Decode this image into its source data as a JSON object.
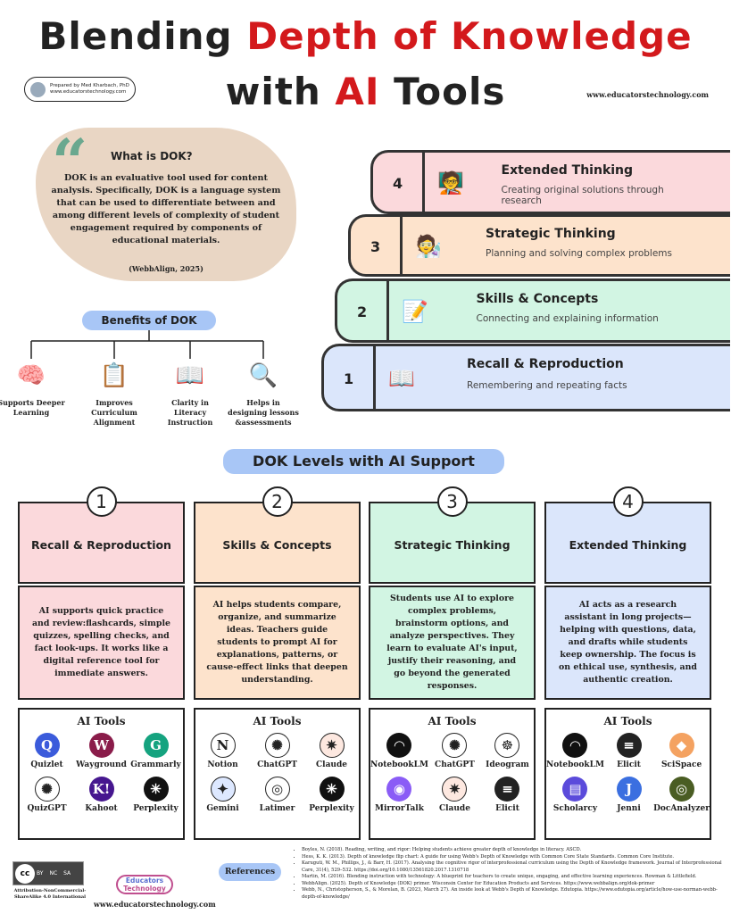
{
  "header": {
    "title_l1a": "Blending ",
    "title_l1b": "Depth of Knowledge",
    "title_l2a": "with ",
    "title_l2b": "AI",
    "title_l2c": " Tools",
    "prepared_by": "Prepared by Med Kharbach, PhD",
    "prepared_site": "www.educatorstechnology.com",
    "site": "www.educatorstechnology.com"
  },
  "what_is": {
    "heading": "What is DOK?",
    "text": "DOK is an evaluative tool used for content analysis. Specifically, DOK is a language system that can be used to differentiate between and among different levels of complexity of student engagement required by components of educational materials.",
    "citation": "(WebbAlign, 2025)"
  },
  "benefits": {
    "heading": "Benefits of DOK",
    "items": [
      {
        "label": "Supports Deeper Learning",
        "icon": "brain-icon"
      },
      {
        "label": "Improves Curriculum Alignment",
        "icon": "clipboard-icon"
      },
      {
        "label": "Clarity in Literacy Instruction",
        "icon": "book-icon"
      },
      {
        "label": "Helps in designing lessons &assessments",
        "icon": "document-search-icon"
      }
    ]
  },
  "staircase": [
    {
      "num": "4",
      "title": "Extended Thinking",
      "desc": "Creating original solutions through research",
      "color": "#fbd9dc"
    },
    {
      "num": "3",
      "title": "Strategic Thinking",
      "desc": "Planning and solving complex problems",
      "color": "#fde3cc"
    },
    {
      "num": "2",
      "title": "Skills & Concepts",
      "desc": "Connecting and explaining information",
      "color": "#d2f5e3"
    },
    {
      "num": "1",
      "title": "Recall & Reproduction",
      "desc": "Remembering and repeating facts",
      "color": "#dbe6fb"
    }
  ],
  "levels": {
    "heading": "DOK Levels with AI Support",
    "tools_heading": "AI Tools",
    "cards": [
      {
        "num": "1",
        "title": "Recall & Reproduction",
        "color": "#fbd9dc",
        "desc": "AI supports quick practice and review:flashcards, simple quizzes, spelling checks, and fact look-ups. It works like a digital reference tool for immediate answers.",
        "tools": [
          {
            "name": "Quizlet",
            "bg": "#3b5bdb",
            "g": "Q"
          },
          {
            "name": "Wayground",
            "bg": "#8a1c4a",
            "g": "W"
          },
          {
            "name": "Grammarly",
            "bg": "#15a37f",
            "g": "G"
          },
          {
            "name": "QuizGPT",
            "bg": "#fff",
            "g": "✺"
          },
          {
            "name": "Kahoot",
            "bg": "#46178f",
            "g": "K!"
          },
          {
            "name": "Perplexity",
            "bg": "#111",
            "g": "✳"
          }
        ]
      },
      {
        "num": "2",
        "title": "Skills & Concepts",
        "color": "#fde3cc",
        "desc": "AI helps students compare, organize, and summarize ideas. Teachers guide students to prompt AI for explanations, patterns, or cause-effect links that deepen understanding.",
        "tools": [
          {
            "name": "Notion",
            "bg": "#fff",
            "g": "N"
          },
          {
            "name": "ChatGPT",
            "bg": "#fff",
            "g": "✺"
          },
          {
            "name": "Claude",
            "bg": "#fde8e0",
            "g": "✷"
          },
          {
            "name": "Gemini",
            "bg": "#dde8ff",
            "g": "✦"
          },
          {
            "name": "Latimer",
            "bg": "#fff",
            "g": "◎"
          },
          {
            "name": "Perplexity",
            "bg": "#111",
            "g": "✳"
          }
        ]
      },
      {
        "num": "3",
        "title": "Strategic Thinking",
        "color": "#d2f5e3",
        "desc": "Students use AI to explore complex problems, brainstorm options, and analyze perspectives. They learn to evaluate AI's input, justify their reasoning, and go beyond the generated responses.",
        "tools": [
          {
            "name": "NotebookLM",
            "bg": "#111",
            "g": "◠"
          },
          {
            "name": "ChatGPT",
            "bg": "#fff",
            "g": "✺"
          },
          {
            "name": "Ideogram",
            "bg": "#fff",
            "g": "☸"
          },
          {
            "name": "MirrorTalk",
            "bg": "#8a5cf6",
            "g": "◉"
          },
          {
            "name": "Claude",
            "bg": "#fde8e0",
            "g": "✷"
          },
          {
            "name": "Elicit",
            "bg": "#222",
            "g": "≡"
          }
        ]
      },
      {
        "num": "4",
        "title": "Extended Thinking",
        "color": "#dbe6fb",
        "desc": "AI acts as a research assistant in long projects—helping with questions, data, and drafts while students keep ownership. The focus is on ethical use, synthesis, and authentic creation.",
        "tools": [
          {
            "name": "NotebookLM",
            "bg": "#111",
            "g": "◠"
          },
          {
            "name": "Elicit",
            "bg": "#222",
            "g": "≡"
          },
          {
            "name": "SciSpace",
            "bg": "#f4a261",
            "g": "◆"
          },
          {
            "name": "Scholarcy",
            "bg": "#5b4bdb",
            "g": "▤"
          },
          {
            "name": "Jenni",
            "bg": "#3b6fe0",
            "g": "J"
          },
          {
            "name": "DocAnalyzer",
            "bg": "#4a5d23",
            "g": "◎"
          }
        ]
      }
    ]
  },
  "footer": {
    "license": "Attribution-NonCommercial-ShareAlike 4.0 International",
    "cc_labels": [
      "BY",
      "NC",
      "SA"
    ],
    "logo_l1": "Educators",
    "logo_l2": "Technology",
    "site": "www.educatorstechnology.com",
    "references_label": "References",
    "references": [
      "Boyles, N. (2018). Reading, writing, and rigor: Helping students achieve greater depth of knowledge in literacy. ASCD.",
      "Hess, K. K. (2013). Depth of knowledge flip chart: A guide for using Webb's Depth of Knowledge with Common Core State Standards. Common Core Institute.",
      "Karuguti, W. M., Phillips, J., & Barr, H. (2017). Analysing the cognitive rigor of interprofessional curriculum using the Depth of Knowledge framework. Journal of Interprofessional Care, 31(4), 529–532. https://doi.org/10.1080/13561820.2017.1310718",
      "Martin, M. (2016). Blending instruction with technology: A blueprint for teachers to create unique, engaging, and effective learning experiences. Rowman & Littlefield.",
      "WebbAlign. (2025). Depth of Knowledge (DOK) primer. Wisconsin Center for Education Products and Services. https://www.webbalign.org/dok-primer",
      "Webb, N., Christopherson, S., & Morelan, B. (2023, March 27). An inside look at Webb's Depth of Knowledge. Edutopia. https://www.edutopia.org/article/how-use-norman-webb-depth-of-knowledge/"
    ]
  }
}
